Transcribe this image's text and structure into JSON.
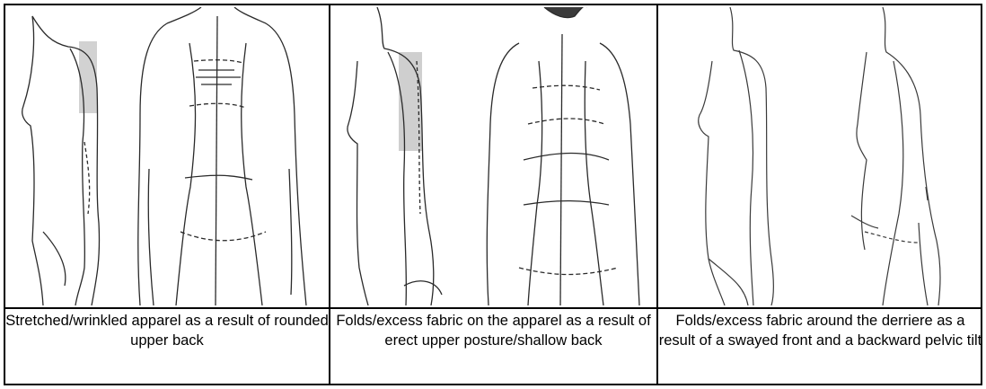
{
  "panels": [
    {
      "caption": "Stretched/wrinkled apparel as a result of rounded upper back"
    },
    {
      "caption": "Folds/excess fabric on the apparel as a result of erect upper posture/shallow back"
    },
    {
      "caption": "Folds/excess fabric around the derriere as a result of a swayed front and a backward pelvic tilt"
    }
  ],
  "colors": {
    "border": "#000000",
    "line": "#2a2a2a",
    "shade": "#c9c9c9"
  }
}
